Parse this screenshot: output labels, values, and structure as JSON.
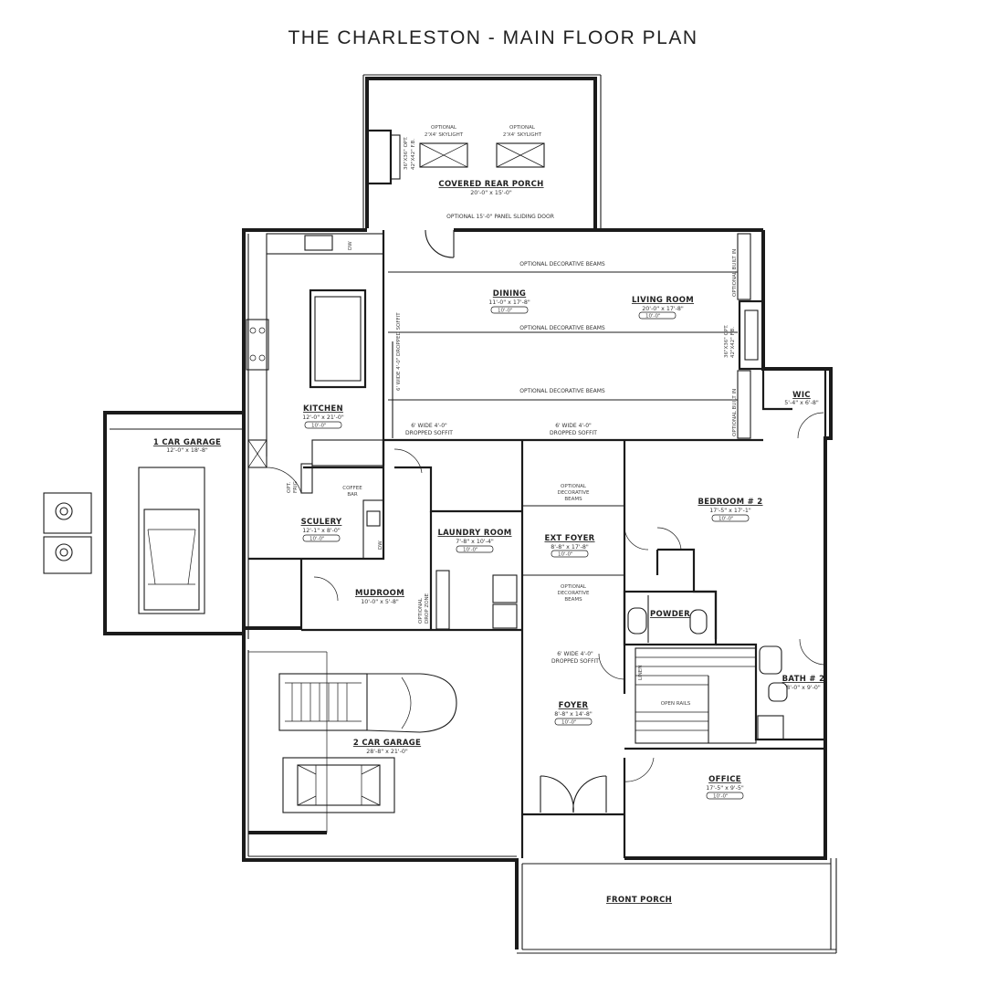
{
  "title": "THE CHARLESTON - MAIN FLOOR PLAN",
  "rooms": {
    "covered_rear_porch": {
      "name": "COVERED REAR PORCH",
      "dims": "20'-0\" x 15'-0\""
    },
    "dining": {
      "name": "DINING",
      "dims": "11'-0\" x 17'-8\"",
      "ceiling": "10'-0\""
    },
    "living_room": {
      "name": "LIVING ROOM",
      "dims": "20'-0\" x 17'-8\"",
      "ceiling": "10'-0\""
    },
    "kitchen": {
      "name": "KITCHEN",
      "dims": "12'-0\" x 21'-0\"",
      "ceiling": "10'-0\""
    },
    "one_car_garage": {
      "name": "1 CAR GARAGE",
      "dims": "12'-0\" x 18'-8\""
    },
    "sculery": {
      "name": "SCULERY",
      "dims": "12'-1\" x 8'-0\"",
      "ceiling": "10'-0\""
    },
    "laundry_room": {
      "name": "LAUNDRY ROOM",
      "dims": "7'-8\" x 10'-4\"",
      "ceiling": "10'-0\""
    },
    "ext_foyer": {
      "name": "EXT FOYER",
      "dims": "8'-8\" x 17'-8\"",
      "ceiling": "10'-0\""
    },
    "bedroom_2": {
      "name": "BEDROOM # 2",
      "dims": "17'-5\" x 17'-1\"",
      "ceiling": "10'-0\""
    },
    "wic": {
      "name": "WIC",
      "dims": "5'-4\" x 6'-8\""
    },
    "mudroom": {
      "name": "MUDROOM",
      "dims": "10'-0\" x 5'-8\""
    },
    "powder": {
      "name": "POWDER"
    },
    "bath_2": {
      "name": "BATH # 2",
      "dims": "8'-0\" x 9'-0\""
    },
    "two_car_garage": {
      "name": "2 CAR GARAGE",
      "dims": "28'-8\" x 21'-0\""
    },
    "foyer": {
      "name": "FOYER",
      "dims": "8'-8\" x 14'-8\"",
      "ceiling": "10'-0\""
    },
    "office": {
      "name": "OFFICE",
      "dims": "17'-5\" x 9'-5\"",
      "ceiling": "10'-0\""
    },
    "front_porch": {
      "name": "FRONT PORCH"
    }
  },
  "notes": {
    "skylight_title": "OPTIONAL",
    "skylight_size": "2'X4' SKYLIGHT",
    "sliding_door": "OPTIONAL 15'-0\" PANEL SLIDING DOOR",
    "beams": "OPTIONAL DECORATIVE BEAMS",
    "fireplace_1": "36\"X36\" OPT.",
    "fireplace_2": "42\"X42\" F.B.",
    "built_in": "OPTIONAL BUILT IN",
    "soffit_wide": "6' WIDE 4'-0\"",
    "soffit_dropped": "DROPPED SOFFIT",
    "soffit_vertical": "6' WIDE 4'-0\" DROPPED SOFFIT",
    "dw": "DW",
    "coffee_bar_1": "COFFEE",
    "coffee_bar_2": "BAR",
    "opt_frig_1": "OPT.",
    "opt_frig_2": "FRIG",
    "opt_beams_1": "OPTIONAL",
    "opt_beams_2": "DECORATIVE",
    "opt_beams_3": "BEAMS",
    "drop_zone_1": "OPTIONAL",
    "drop_zone_2": "DROP ZONE",
    "open_rails": "OPEN RAILS",
    "linen": "LINEN"
  }
}
